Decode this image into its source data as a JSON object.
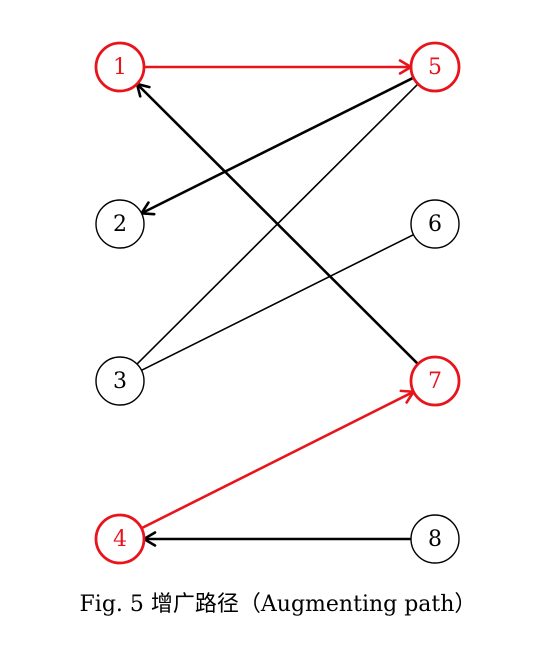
{
  "colors": {
    "highlight": "#e8141b",
    "normal": "#000000",
    "background": "#ffffff"
  },
  "nodes": [
    {
      "id": "1",
      "label": "1",
      "highlighted": true
    },
    {
      "id": "2",
      "label": "2",
      "highlighted": false
    },
    {
      "id": "3",
      "label": "3",
      "highlighted": false
    },
    {
      "id": "4",
      "label": "4",
      "highlighted": true
    },
    {
      "id": "5",
      "label": "5",
      "highlighted": true
    },
    {
      "id": "6",
      "label": "6",
      "highlighted": false
    },
    {
      "id": "7",
      "label": "7",
      "highlighted": true
    },
    {
      "id": "8",
      "label": "8",
      "highlighted": false
    }
  ],
  "edges": [
    {
      "from": "1",
      "to": "5",
      "directed": true,
      "highlighted": true,
      "bold": true
    },
    {
      "from": "5",
      "to": "2",
      "directed": true,
      "highlighted": false,
      "bold": true
    },
    {
      "from": "7",
      "to": "1",
      "directed": true,
      "highlighted": false,
      "bold": true
    },
    {
      "from": "4",
      "to": "7",
      "directed": true,
      "highlighted": true,
      "bold": true
    },
    {
      "from": "8",
      "to": "4",
      "directed": true,
      "highlighted": false,
      "bold": true
    },
    {
      "from": "3",
      "to": "5",
      "directed": false,
      "highlighted": false,
      "bold": false
    },
    {
      "from": "3",
      "to": "6",
      "directed": false,
      "highlighted": false,
      "bold": false
    }
  ],
  "caption": "Fig. 5 增广路径（Augmenting path）"
}
